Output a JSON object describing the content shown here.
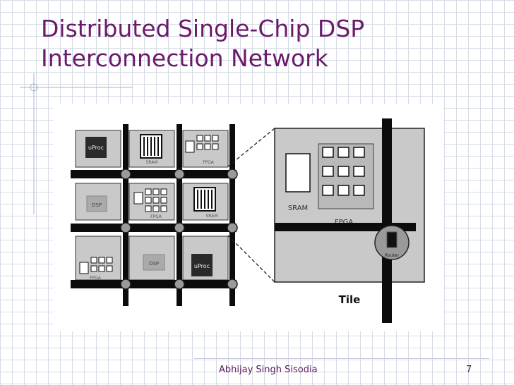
{
  "slide": {
    "title_line1": "Distributed Single-Chip DSP",
    "title_line2": "Interconnection Network",
    "author": "Abhijay Singh Sisodia",
    "page_number": "7"
  },
  "diagram": {
    "grid_tiles": [
      {
        "row": 0,
        "col": 0,
        "label": "uProc"
      },
      {
        "row": 0,
        "col": 1,
        "label": "SRAM"
      },
      {
        "row": 0,
        "col": 2,
        "label": "FPGA"
      },
      {
        "row": 1,
        "col": 0,
        "label": "DSP"
      },
      {
        "row": 1,
        "col": 1,
        "label": "FPGA"
      },
      {
        "row": 1,
        "col": 2,
        "label": "SRAM"
      },
      {
        "row": 2,
        "col": 0,
        "label": "FPGA"
      },
      {
        "row": 2,
        "col": 1,
        "label": "DSP"
      },
      {
        "row": 2,
        "col": 2,
        "label": "uProc"
      }
    ],
    "detail_sram_label": "SRAM",
    "detail_fpga_label": "FPGA",
    "detail_router_label": "Router",
    "tile_caption": "Tile",
    "colors": {
      "title": "#6b1a6b",
      "ink": "#111111",
      "tile_fill": "#c9c9c9",
      "dark_tile": "#2a2a2a"
    }
  }
}
